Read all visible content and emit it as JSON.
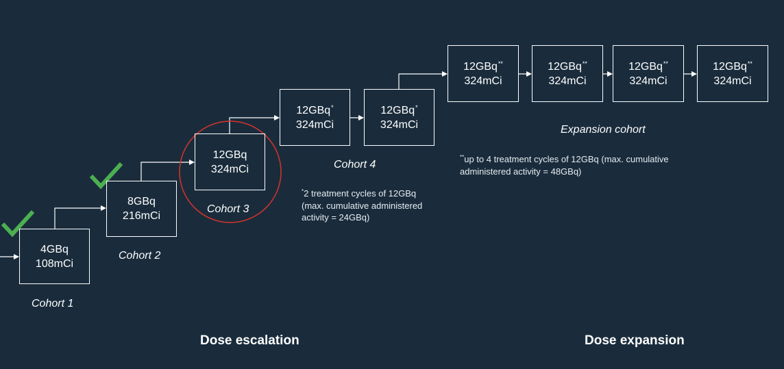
{
  "cohorts": [
    {
      "dose": "4GBq",
      "activity": "108mCi",
      "mark": "",
      "label": "Cohort 1"
    },
    {
      "dose": "8GBq",
      "activity": "216mCi",
      "mark": "",
      "label": "Cohort 2"
    },
    {
      "dose": "12GBq",
      "activity": "324mCi",
      "mark": "",
      "label": "Cohort 3"
    },
    {
      "dose": "12GBq",
      "activity": "324mCi",
      "mark": "*",
      "label": "Cohort 4"
    },
    {
      "dose": "12GBq",
      "activity": "324mCi",
      "mark": "*"
    },
    {
      "dose": "12GBq",
      "activity": "324mCi",
      "mark": "**",
      "label": "Expansion cohort"
    },
    {
      "dose": "12GBq",
      "activity": "324mCi",
      "mark": "**"
    },
    {
      "dose": "12GBq",
      "activity": "324mCi",
      "mark": "**"
    },
    {
      "dose": "12GBq",
      "activity": "324mCi",
      "mark": "**"
    }
  ],
  "notes": {
    "cohort4_mark": "*",
    "cohort4_text": "2 treatment cycles of 12GBq (max. cumulative administered activity = 24GBq)",
    "expansion_mark": "**",
    "expansion_text": "up to 4 treatment cycles of 12GBq (max. cumulative administered activity = 48GBq)"
  },
  "sections": {
    "escalation": "Dose escalation",
    "expansion": "Dose expansion"
  },
  "colors": {
    "background": "#1a2c3c",
    "line": "#ffffff",
    "check": "#4caf50",
    "highlight_circle": "#d9332b"
  }
}
